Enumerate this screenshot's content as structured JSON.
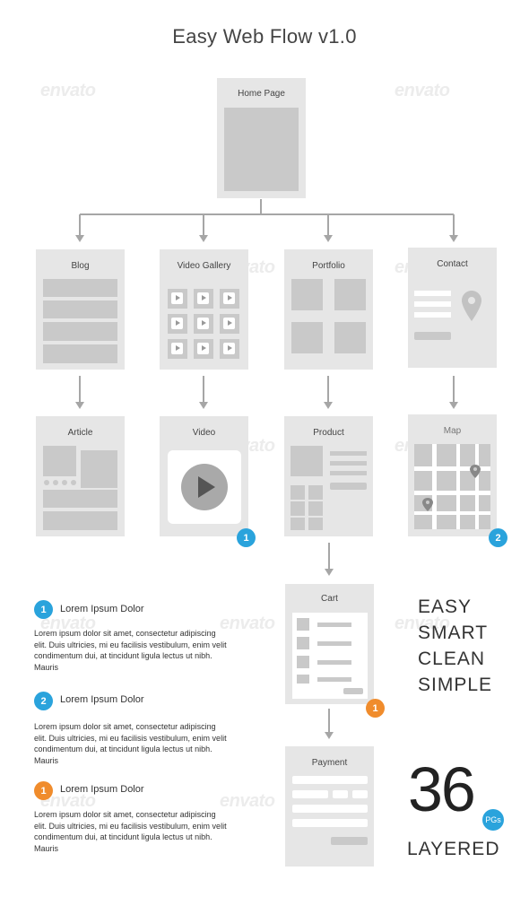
{
  "title": "Easy Web Flow v1.0",
  "watermark": "envato",
  "pages": {
    "home": "Home Page",
    "blog": "Blog",
    "video_gallery": "Video Gallery",
    "portfolio": "Portfolio",
    "contact": "Contact",
    "article": "Article",
    "video": "Video",
    "product": "Product",
    "map": "Map",
    "cart": "Cart",
    "payment": "Payment"
  },
  "badges": {
    "video": "1",
    "map": "2",
    "cart": "1"
  },
  "legend": [
    {
      "number": "1",
      "color": "#2aa3dc",
      "title": "Lorem Ipsum Dolor",
      "text": "Lorem ipsum dolor sit amet, consectetur adipiscing elit. Duis ultricies, mi eu facilisis vestibulum, enim velit condimentum dui, at tincidunt ligula lectus ut nibh. Mauris"
    },
    {
      "number": "2",
      "color": "#2aa3dc",
      "title": "Lorem Ipsum Dolor",
      "text": "Lorem ipsum dolor sit amet, consectetur adipiscing elit. Duis ultricies, mi eu facilisis vestibulum, enim velit condimentum dui, at tincidunt ligula lectus ut nibh. Mauris"
    },
    {
      "number": "1",
      "color": "#f08c2c",
      "title": "Lorem Ipsum Dolor",
      "text": "Lorem ipsum dolor sit amet, consectetur adipiscing elit. Duis ultricies, mi eu facilisis vestibulum, enim velit condimentum dui, at tincidunt ligula lectus ut nibh. Mauris"
    }
  ],
  "taglines": [
    "EASY",
    "SMART",
    "CLEAN",
    "SIMPLE"
  ],
  "count": "36",
  "count_unit": "PGs",
  "count_label": "LAYERED"
}
